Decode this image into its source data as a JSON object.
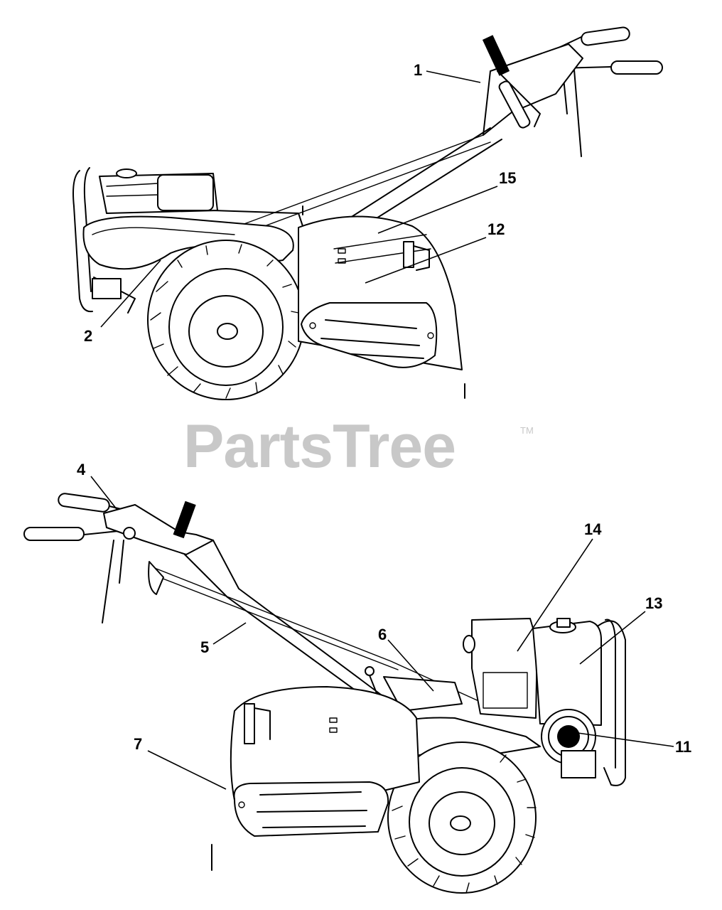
{
  "watermark": {
    "text": "PartsTree",
    "trademark": "TM",
    "color": "#c8c8c8"
  },
  "callouts": {
    "c1": "1",
    "c2": "2",
    "c4": "4",
    "c5": "5",
    "c6": "6",
    "c7": "7",
    "c11": "11",
    "c12": "12",
    "c13": "13",
    "c14": "14",
    "c15": "15"
  }
}
